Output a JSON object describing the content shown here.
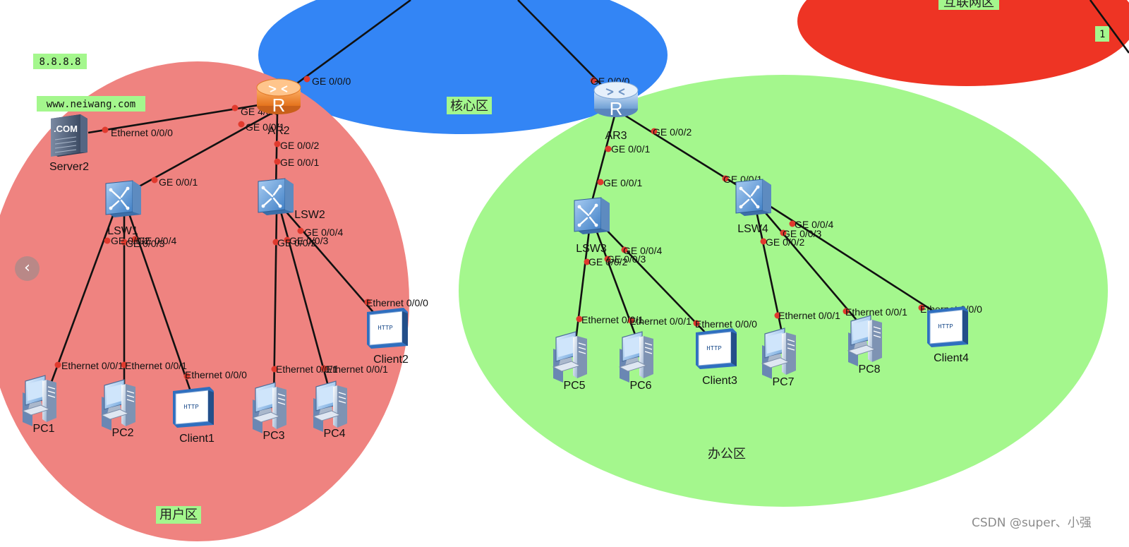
{
  "zones": {
    "user": {
      "label": "用户区",
      "color": "#ef8380"
    },
    "core": {
      "label": "核心区",
      "color": "#3385f5"
    },
    "office": {
      "label": "办公区",
      "color": "#a4f78d"
    },
    "internet": {
      "label": "互联网区",
      "color": "#ee3424"
    }
  },
  "notes": {
    "dns_ip": "8.8.8.8",
    "domain": "www.neiwang.com",
    "cut_text": "1"
  },
  "devices": {
    "ar2": "AR2",
    "ar3": "AR3",
    "lsw1": "LSW1",
    "lsw2": "LSW2",
    "lsw3": "LSW3",
    "lsw4": "LSW4",
    "server2": "Server2",
    "server2_badge": ".COM",
    "pc1": "PC1",
    "pc2": "PC2",
    "pc3": "PC3",
    "pc4": "PC4",
    "pc5": "PC5",
    "pc6": "PC6",
    "pc7": "PC7",
    "pc8": "PC8",
    "client1": "Client1",
    "client2": "Client2",
    "client3": "Client3",
    "client4": "Client4",
    "router_letter": "R",
    "http_text": "HTTP"
  },
  "ports": [
    "GE 0/0/0",
    "GE 4/0/0",
    "GE 0/0/1",
    "GE 0/0/2",
    "GE 0/0/1",
    "Ethernet 0/0/0",
    "GE 0/0/1",
    "GE 0/0/2",
    "GE 0/0/3",
    "GE 0/0/4",
    "GE 0/0/4",
    "GE 0/0/3",
    "GE 0/0/2",
    "Ethernet 0/0/1",
    "Ethernet 0/0/1",
    "Ethernet 0/0/0",
    "Ethernet 0/0/1",
    "Ethernet 0/0/1",
    "Ethernet 0/0/0",
    "GE 0/0/0",
    "GE 0/0/2",
    "GE 0/0/1",
    "GE 0/0/1",
    "GE 0/0/1",
    "GE 0/0/4",
    "GE 0/0/3",
    "GE 0/0/2",
    "GE 0/0/4",
    "GE 0/0/3",
    "GE 0/0/2",
    "Ethernet 0/0/1",
    "Ethernet 0/0/1",
    "Ethernet 0/0/0",
    "Ethernet 0/0/1",
    "Ethernet 0/0/1",
    "Ethernet 0/0/0"
  ],
  "watermark": "CSDN @super、小强",
  "nav": {
    "prev_icon": "chevron-left-icon",
    "prev_glyph": "‹"
  }
}
